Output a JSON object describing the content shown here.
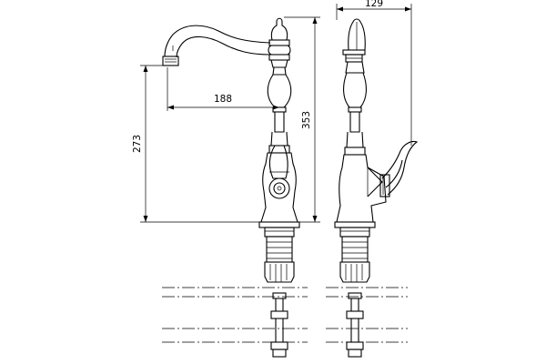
{
  "dimensions": {
    "total_height": "353",
    "spout_height": "273",
    "spout_reach": "188",
    "depth": "129"
  }
}
